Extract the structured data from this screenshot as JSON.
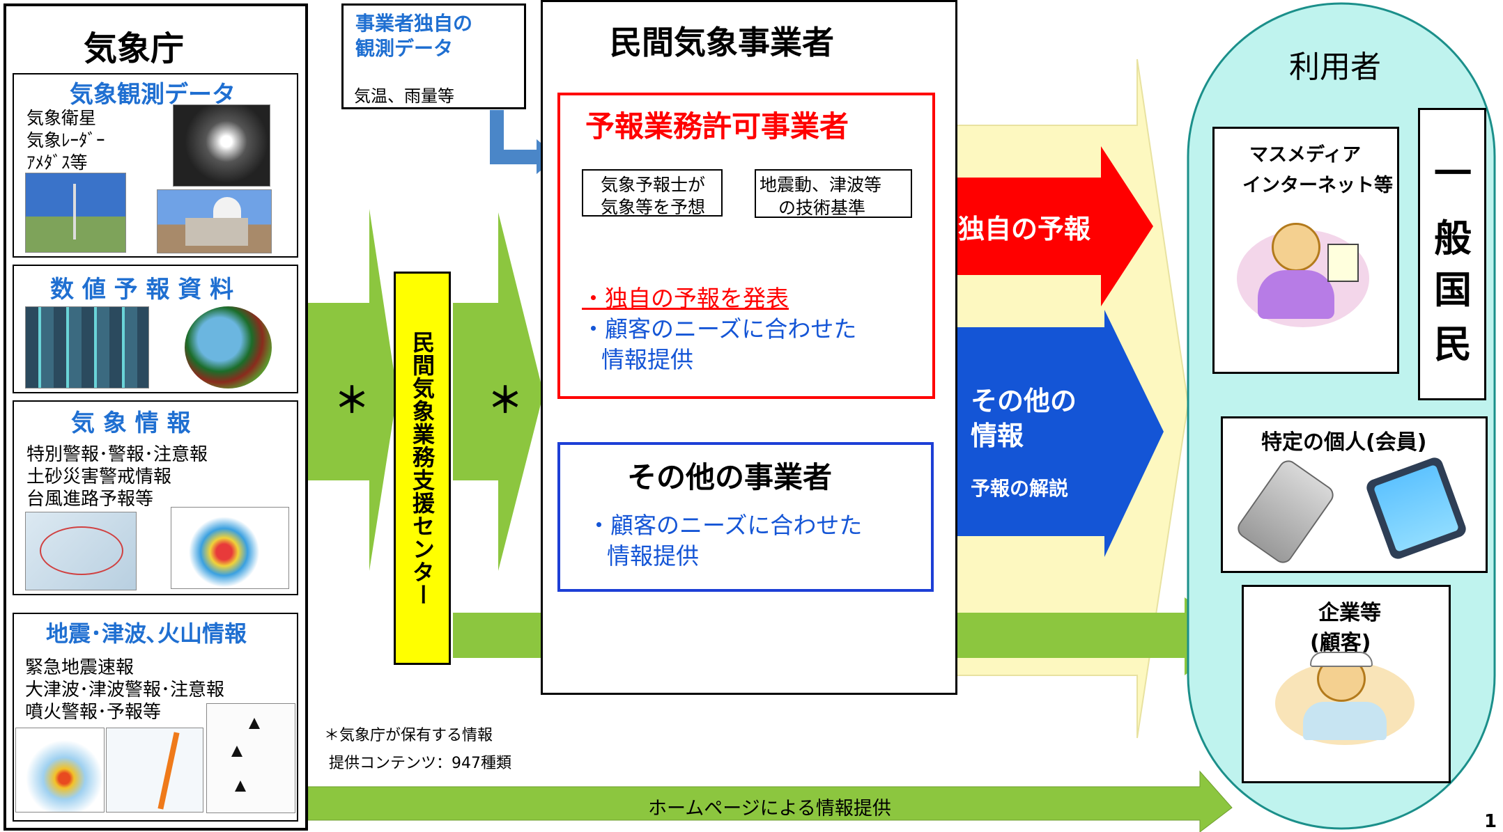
{
  "jma": {
    "title": "気象庁",
    "obs": {
      "title": "気象観測データ",
      "lines": [
        "気象衛星",
        "気象ﾚｰﾀﾞｰ",
        "ｱﾒﾀﾞｽ等"
      ]
    },
    "nwp": {
      "title": "数 値 予 報 資 料"
    },
    "info": {
      "title": "気 象 情 報",
      "lines": [
        "特別警報･警報･注意報",
        "土砂災害警戒情報",
        "台風進路予報等"
      ]
    },
    "quake": {
      "title": "地震･津波､火山情報",
      "lines": [
        "緊急地震速報",
        "大津波･津波警報･注意報",
        "噴火警報･予報等"
      ]
    }
  },
  "own_data": {
    "title_lines": [
      "事業者独自の",
      "観測データ"
    ],
    "text": "気温、雨量等"
  },
  "center": {
    "label": "民間気象業務支援センター"
  },
  "asterisk": "＊",
  "private": {
    "title": "民間気象事業者",
    "licensed": {
      "title": "予報業務許可事業者",
      "sub1_lines": [
        "気象予報士が",
        "気象等を予想"
      ],
      "sub2_lines": [
        "地震動、津波等",
        "の技術基準"
      ],
      "bullet1": "・独自の予報を発表",
      "bullet2_lines": [
        "・顧客のニーズに合わせた",
        "情報提供"
      ]
    },
    "others": {
      "title": "その他の事業者",
      "bullet_lines": [
        "・顧客のニーズに合わせた",
        "情報提供"
      ]
    }
  },
  "arrows": {
    "own_forecast": "独自の予報",
    "other_info_lines": [
      "その他の",
      "情報"
    ],
    "forecast_commentary": "予報の解説",
    "homepage": "ホームページによる情報提供"
  },
  "notes": {
    "note1": "＊気象庁が保有する情報",
    "note2": "提供コンテンツ：947種類"
  },
  "users": {
    "title": "利用者",
    "media_lines": [
      "マスメディア",
      "インターネット等"
    ],
    "public_chars": [
      "一",
      "般",
      "国",
      "民"
    ],
    "specific": "特定の個人(会員)",
    "corp_lines": [
      "企業等",
      "(顧客)"
    ]
  },
  "page_number": "1",
  "colors": {
    "green": "#8cc63f",
    "red": "#ff0000",
    "blue": "#1455d6",
    "yellow": "#ffff00",
    "cream": "#fdf8c0",
    "cyan": "#bff3ee",
    "title_blue": "#1f6fd1",
    "light_blue": "#7fc6f0"
  },
  "icons": [
    "satellite-image-icon",
    "weather-station-icon",
    "radar-dome-icon",
    "supercomputer-icon",
    "globe-model-icon",
    "weather-map-icon",
    "rainfall-map-icon",
    "seismic-map-icon",
    "tsunami-map-icon",
    "volcano-map-icon",
    "person-icon",
    "flip-phone-icon",
    "tablet-icon",
    "worker-icon"
  ]
}
